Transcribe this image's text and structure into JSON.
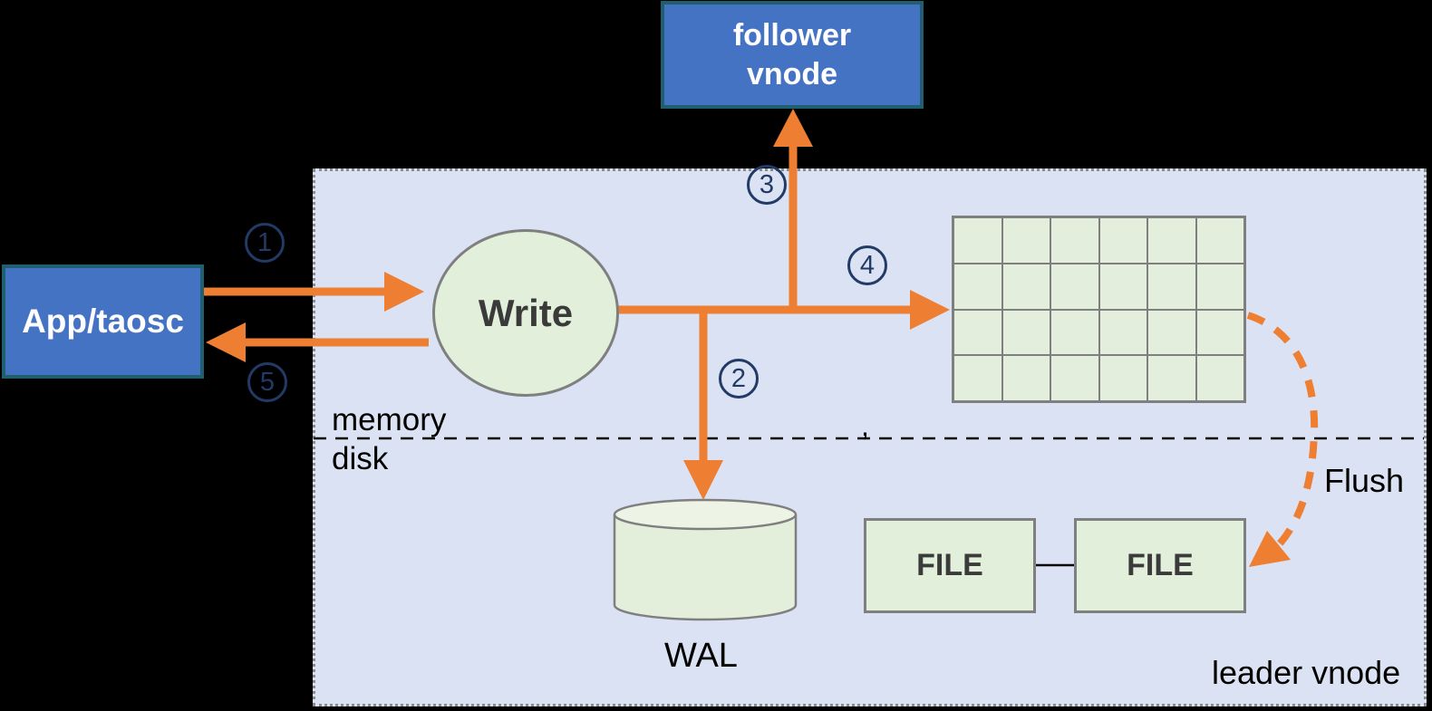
{
  "colors": {
    "background": "#000000",
    "leader_region_fill": "#dbe2f3",
    "node_blue_fill": "#4573c4",
    "node_blue_border": "#1f5f70",
    "green_fill": "#e2efda",
    "gray_border": "#7f7f7f",
    "arrow_orange": "#ee7e32",
    "step_navy": "#223a66"
  },
  "nodes": {
    "follower_vnode": {
      "line1": "follower",
      "line2": "vnode"
    },
    "app": {
      "label": "App/taosc"
    },
    "write": {
      "label": "Write"
    },
    "wal": {
      "label": "WAL"
    },
    "file_left": {
      "label": "FILE"
    },
    "file_right": {
      "label": "FILE"
    },
    "leader_vnode": {
      "label": "leader vnode"
    }
  },
  "memory_grid": {
    "rows": 4,
    "cols": 6
  },
  "labels": {
    "memory": "memory",
    "disk": "disk",
    "flush": "Flush",
    "divider_mark": ","
  },
  "steps": [
    "1",
    "2",
    "3",
    "4",
    "5"
  ]
}
